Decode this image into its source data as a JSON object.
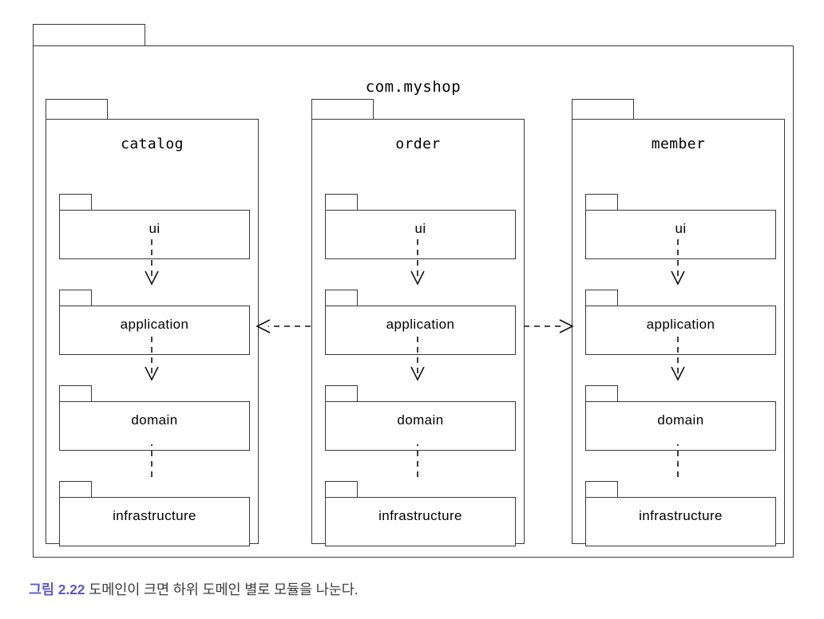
{
  "figure": {
    "type": "uml-package-diagram",
    "outer_package": {
      "name": "com.myshop"
    },
    "domain_packages": [
      {
        "id": "catalog",
        "name": "catalog",
        "layers": [
          {
            "id": "ui",
            "name": "ui"
          },
          {
            "id": "application",
            "name": "application"
          },
          {
            "id": "domain",
            "name": "domain"
          },
          {
            "id": "infrastructure",
            "name": "infrastructure"
          }
        ]
      },
      {
        "id": "order",
        "name": "order",
        "layers": [
          {
            "id": "ui",
            "name": "ui"
          },
          {
            "id": "application",
            "name": "application"
          },
          {
            "id": "domain",
            "name": "domain"
          },
          {
            "id": "infrastructure",
            "name": "infrastructure"
          }
        ]
      },
      {
        "id": "member",
        "name": "member",
        "layers": [
          {
            "id": "ui",
            "name": "ui"
          },
          {
            "id": "application",
            "name": "application"
          },
          {
            "id": "domain",
            "name": "domain"
          },
          {
            "id": "infrastructure",
            "name": "infrastructure"
          }
        ]
      }
    ],
    "relations": [
      {
        "from": "ui",
        "to": "application",
        "style": "dashed",
        "head": "open-arrow",
        "scope": "catalog"
      },
      {
        "from": "application",
        "to": "domain",
        "style": "dashed",
        "head": "open-arrow",
        "scope": "catalog"
      },
      {
        "from": "infrastructure",
        "to": "domain",
        "style": "dashed",
        "head": "hollow-triangle",
        "scope": "catalog"
      },
      {
        "from": "ui",
        "to": "application",
        "style": "dashed",
        "head": "open-arrow",
        "scope": "order"
      },
      {
        "from": "application",
        "to": "domain",
        "style": "dashed",
        "head": "open-arrow",
        "scope": "order"
      },
      {
        "from": "infrastructure",
        "to": "domain",
        "style": "dashed",
        "head": "hollow-triangle",
        "scope": "order"
      },
      {
        "from": "ui",
        "to": "application",
        "style": "dashed",
        "head": "open-arrow",
        "scope": "member"
      },
      {
        "from": "application",
        "to": "domain",
        "style": "dashed",
        "head": "open-arrow",
        "scope": "member"
      },
      {
        "from": "infrastructure",
        "to": "domain",
        "style": "dashed",
        "head": "hollow-triangle",
        "scope": "member"
      },
      {
        "from": "order",
        "to": "catalog",
        "style": "dashed",
        "head": "open-arrow",
        "scope": "cross-package"
      },
      {
        "from": "order",
        "to": "member",
        "style": "dashed",
        "head": "open-arrow",
        "scope": "cross-package"
      }
    ],
    "colors": {
      "stroke": "#111111",
      "package_border": "#3a3a3a",
      "background": "#ffffff",
      "caption_label": "#5c5cc4",
      "caption_text": "#3b3b3b"
    }
  },
  "caption": {
    "label": "그림 2.22",
    "text": " 도메인이 크면 하위 도메인 별로 모듈을 나눈다."
  }
}
